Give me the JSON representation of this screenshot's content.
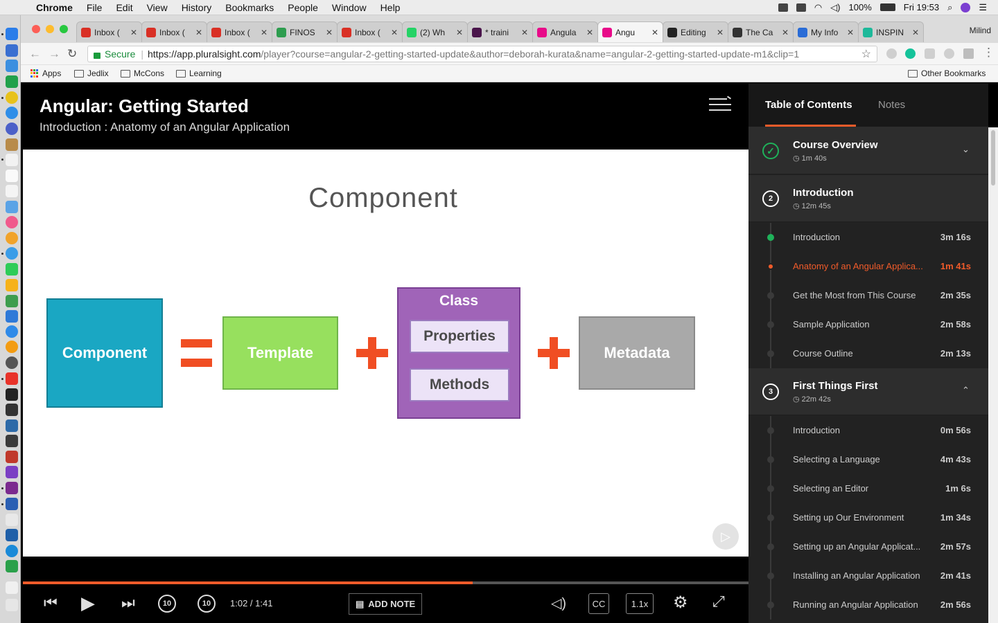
{
  "menubar": {
    "app": "Chrome",
    "items": [
      "File",
      "Edit",
      "View",
      "History",
      "Bookmarks",
      "People",
      "Window",
      "Help"
    ],
    "battery": "100%",
    "clock": "Fri 19:53"
  },
  "browser": {
    "tabs": [
      {
        "label": "Inbox (",
        "icon": "gmail-icon",
        "color": "#d93025"
      },
      {
        "label": "Inbox (",
        "icon": "gmail-icon",
        "color": "#d93025"
      },
      {
        "label": "Inbox (",
        "icon": "gmail-icon",
        "color": "#d93025"
      },
      {
        "label": "FINOS",
        "icon": "drive-icon",
        "color": "#2e9d4f"
      },
      {
        "label": "Inbox (",
        "icon": "gmail-icon",
        "color": "#d93025"
      },
      {
        "label": "(2) Wh",
        "icon": "whatsapp-icon",
        "color": "#25d366"
      },
      {
        "label": "* traini",
        "icon": "slack-icon",
        "color": "#4a154b"
      },
      {
        "label": "Angula",
        "icon": "pluralsight-icon",
        "color": "#e80a89"
      },
      {
        "label": "Angu",
        "icon": "pluralsight-icon",
        "color": "#e80a89"
      },
      {
        "label": "Editing",
        "icon": "github-icon",
        "color": "#222222"
      },
      {
        "label": "The Ca",
        "icon": "amazon-icon",
        "color": "#333333"
      },
      {
        "label": "My Info",
        "icon": "info-icon",
        "color": "#2a6cd6"
      },
      {
        "label": "INSPIN",
        "icon": "inspin-icon",
        "color": "#1db99a"
      }
    ],
    "active_tab": 8,
    "profile": "Milind",
    "address": {
      "secure": "Secure",
      "host": "https://app.pluralsight.com",
      "path": "/player?course=angular-2-getting-started-update&author=deborah-kurata&name=angular-2-getting-started-update-m1&clip=1"
    },
    "bookmarks": [
      "Apps",
      "Jedlix",
      "McCons",
      "Learning"
    ],
    "other_bookmarks": "Other Bookmarks"
  },
  "player": {
    "course_title": "Angular: Getting Started",
    "subtitle": "Introduction : Anatomy of an Angular Application",
    "slide": {
      "title": "Component",
      "component": "Component",
      "template": "Template",
      "class": "Class",
      "properties": "Properties",
      "methods": "Methods",
      "metadata": "Metadata"
    },
    "progress": 0.62,
    "time": "1:02 / 1:41",
    "add_note": "ADD NOTE",
    "cc": "CC",
    "speed": "1.1x",
    "skip_back": "10",
    "skip_forward": "10"
  },
  "sidebar": {
    "tabs": [
      "Table of Contents",
      "Notes"
    ],
    "modules": [
      {
        "num": "✓",
        "title": "Course Overview",
        "duration": "1m 40s",
        "chevron": "⌄",
        "done": true
      },
      {
        "num": "2",
        "title": "Introduction",
        "duration": "12m 45s",
        "chevron": "",
        "done": false
      },
      {
        "num": "3",
        "title": "First Things First",
        "duration": "22m 42s",
        "chevron": "⌃",
        "done": false
      }
    ],
    "intro_clips": [
      {
        "title": "Introduction",
        "duration": "3m 16s",
        "state": "done"
      },
      {
        "title": "Anatomy of an Angular Applica...",
        "duration": "1m 41s",
        "state": "current"
      },
      {
        "title": "Get the Most from This Course",
        "duration": "2m 35s",
        "state": ""
      },
      {
        "title": "Sample Application",
        "duration": "2m 58s",
        "state": ""
      },
      {
        "title": "Course Outline",
        "duration": "2m 13s",
        "state": ""
      }
    ],
    "first_clips": [
      {
        "title": "Introduction",
        "duration": "0m 56s"
      },
      {
        "title": "Selecting a Language",
        "duration": "4m 43s"
      },
      {
        "title": "Selecting an Editor",
        "duration": "1m 6s"
      },
      {
        "title": "Setting up Our Environment",
        "duration": "1m 34s"
      },
      {
        "title": "Setting up an Angular Applicat...",
        "duration": "2m 57s"
      },
      {
        "title": "Installing an Angular Application",
        "duration": "2m 41s"
      },
      {
        "title": "Running an Angular Application",
        "duration": "2m 56s"
      }
    ]
  },
  "colors": {
    "accent": "#f15b2a",
    "done": "#1fb25a",
    "component": "#1aa7c3",
    "template": "#97e05e",
    "class": "#a064b8",
    "metadata": "#a9a9a9"
  }
}
